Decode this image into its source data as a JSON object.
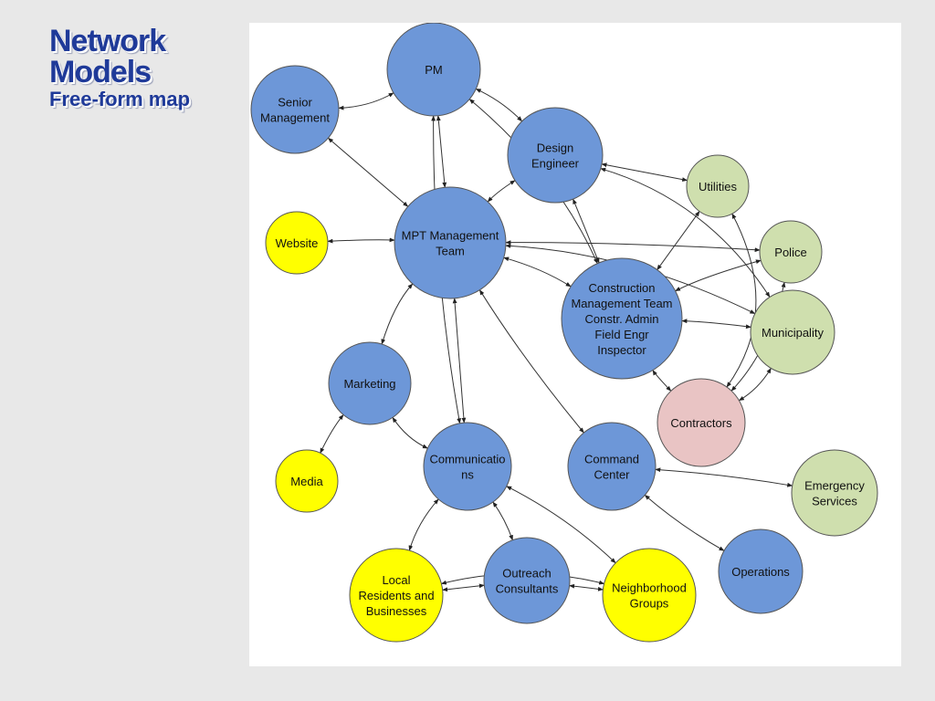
{
  "title": {
    "line1": "Network",
    "line2": "Models",
    "subtitle": "Free-form map",
    "color": "#1f3a99"
  },
  "colors": {
    "blue": "#6d97d8",
    "yellow": "#ffff00",
    "green": "#cfdfae",
    "pink": "#e9c4c4",
    "edge": "#333333"
  },
  "nodes": {
    "pm": {
      "lines": [
        "PM"
      ],
      "color": "blue"
    },
    "senior": {
      "lines": [
        "Senior",
        "Management"
      ],
      "color": "blue"
    },
    "design": {
      "lines": [
        "Design",
        "Engineer"
      ],
      "color": "blue"
    },
    "utilities": {
      "lines": [
        "Utilities"
      ],
      "color": "green"
    },
    "website": {
      "lines": [
        "Website"
      ],
      "color": "yellow"
    },
    "mpt": {
      "lines": [
        "MPT Management",
        "Team"
      ],
      "color": "blue"
    },
    "police": {
      "lines": [
        "Police"
      ],
      "color": "green"
    },
    "cmt": {
      "lines": [
        "Construction",
        "Management Team",
        "Constr. Admin",
        "Field Engr",
        "Inspector"
      ],
      "color": "blue"
    },
    "municipality": {
      "lines": [
        "Municipality"
      ],
      "color": "green"
    },
    "marketing": {
      "lines": [
        "Marketing"
      ],
      "color": "blue"
    },
    "contractors": {
      "lines": [
        "Contractors"
      ],
      "color": "pink"
    },
    "media": {
      "lines": [
        "Media"
      ],
      "color": "yellow"
    },
    "communications": {
      "lines": [
        "Communicatio",
        "ns"
      ],
      "color": "blue"
    },
    "command": {
      "lines": [
        "Command",
        "Center"
      ],
      "color": "blue"
    },
    "emergency": {
      "lines": [
        "Emergency",
        "Services"
      ],
      "color": "green"
    },
    "local": {
      "lines": [
        "Local",
        "Residents and",
        "Businesses"
      ],
      "color": "yellow"
    },
    "outreach": {
      "lines": [
        "Outreach",
        "Consultants"
      ],
      "color": "blue"
    },
    "neighborhood": {
      "lines": [
        "Neighborhood",
        "Groups"
      ],
      "color": "yellow"
    },
    "operations": {
      "lines": [
        "Operations"
      ],
      "color": "blue"
    }
  }
}
